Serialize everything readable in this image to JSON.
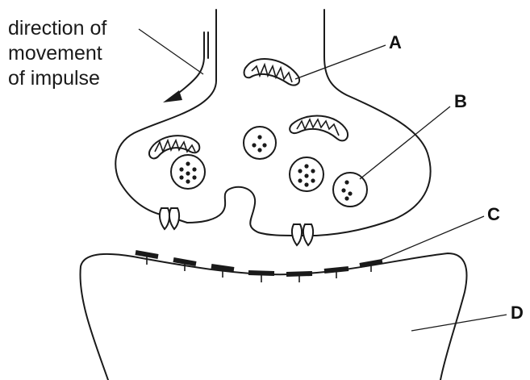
{
  "caption": {
    "line1": "direction of",
    "line2": "movement",
    "line3": "of impulse"
  },
  "labels": {
    "a": "A",
    "b": "B",
    "c": "C",
    "d": "D"
  },
  "colors": {
    "stroke": "#1a1a1a",
    "background": "#ffffff"
  }
}
